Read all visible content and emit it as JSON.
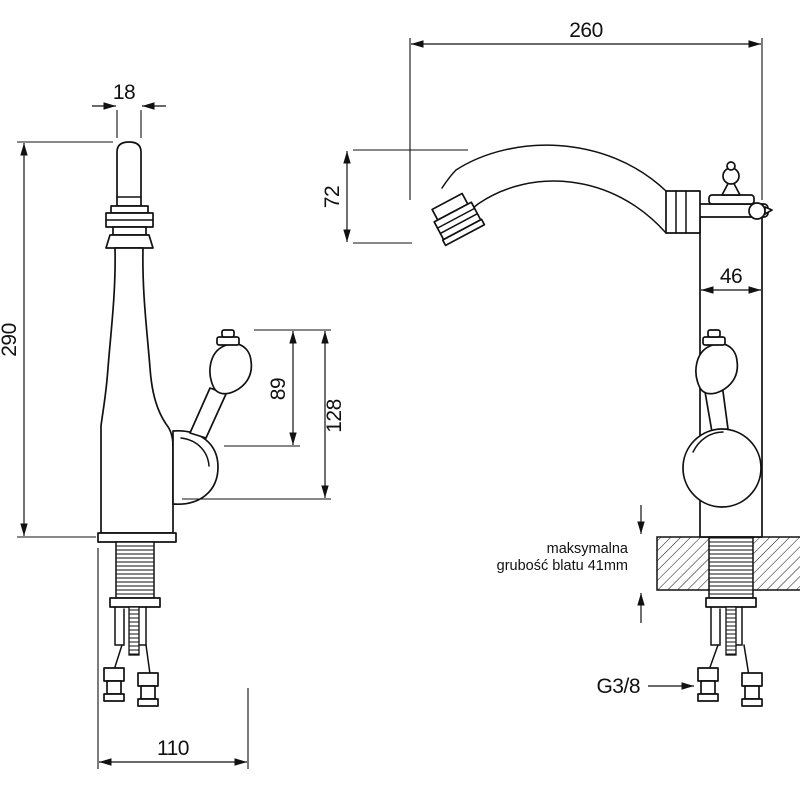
{
  "page": {
    "background": "#ffffff",
    "line_color": "#111111",
    "description": "Technical dimension drawing of a kitchen faucet, front and side views"
  },
  "front_view": {
    "spout_width": "18",
    "total_height": "290",
    "handle_top_to_joint": "89",
    "handle_top_to_base": "128",
    "depth": "110"
  },
  "side_view": {
    "spout_reach": "260",
    "spout_drop": "72",
    "body_diameter": "46",
    "counter_note_line1": "maksymalna",
    "counter_note_line2": "grubość blatu 41mm",
    "thread_size": "G3/8"
  }
}
